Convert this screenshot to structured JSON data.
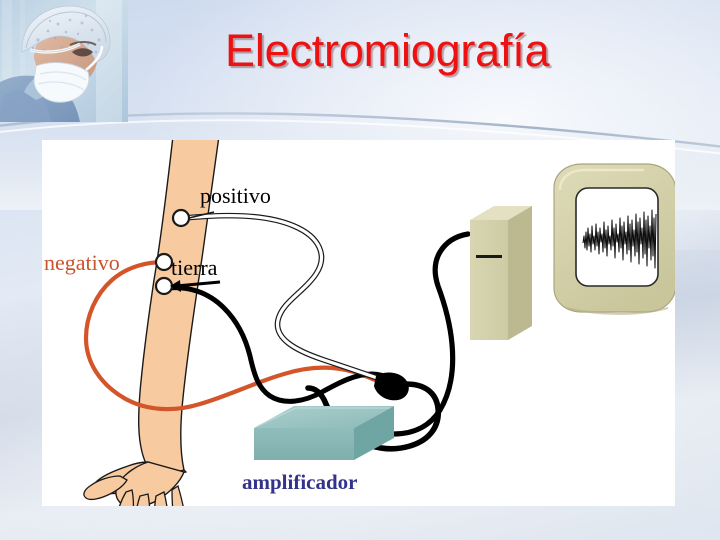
{
  "slide": {
    "title": "Electromiografía",
    "title_color": "#ee1111",
    "background_colors": [
      "#ccd9ee",
      "#e3eaf5",
      "#dfe6ef"
    ]
  },
  "photo": {
    "name": "surgeon-photo",
    "alt": "Surgeon wearing surgical cap and face mask in profile"
  },
  "diagram": {
    "name": "emg-setup-diagram",
    "labels": {
      "positivo": "positivo",
      "tierra": "tierra",
      "negativo": "negativo",
      "amplificador": "amplificador"
    },
    "label_colors": {
      "positivo": "#000000",
      "tierra": "#000000",
      "negativo": "#c8552c",
      "amplificador": "#33338c"
    },
    "parts": {
      "arm": "forearm-and-hand",
      "arm_color": "#f8caa0",
      "electrodes": 3,
      "amplifier_color": "#8fbdbb",
      "computer_color": "#d5d3ad",
      "cable_colors": {
        "positive": "#ffffff",
        "ground": "#000000",
        "negative": "#d4552a"
      },
      "monitor_signal": "emg-waveform"
    }
  }
}
